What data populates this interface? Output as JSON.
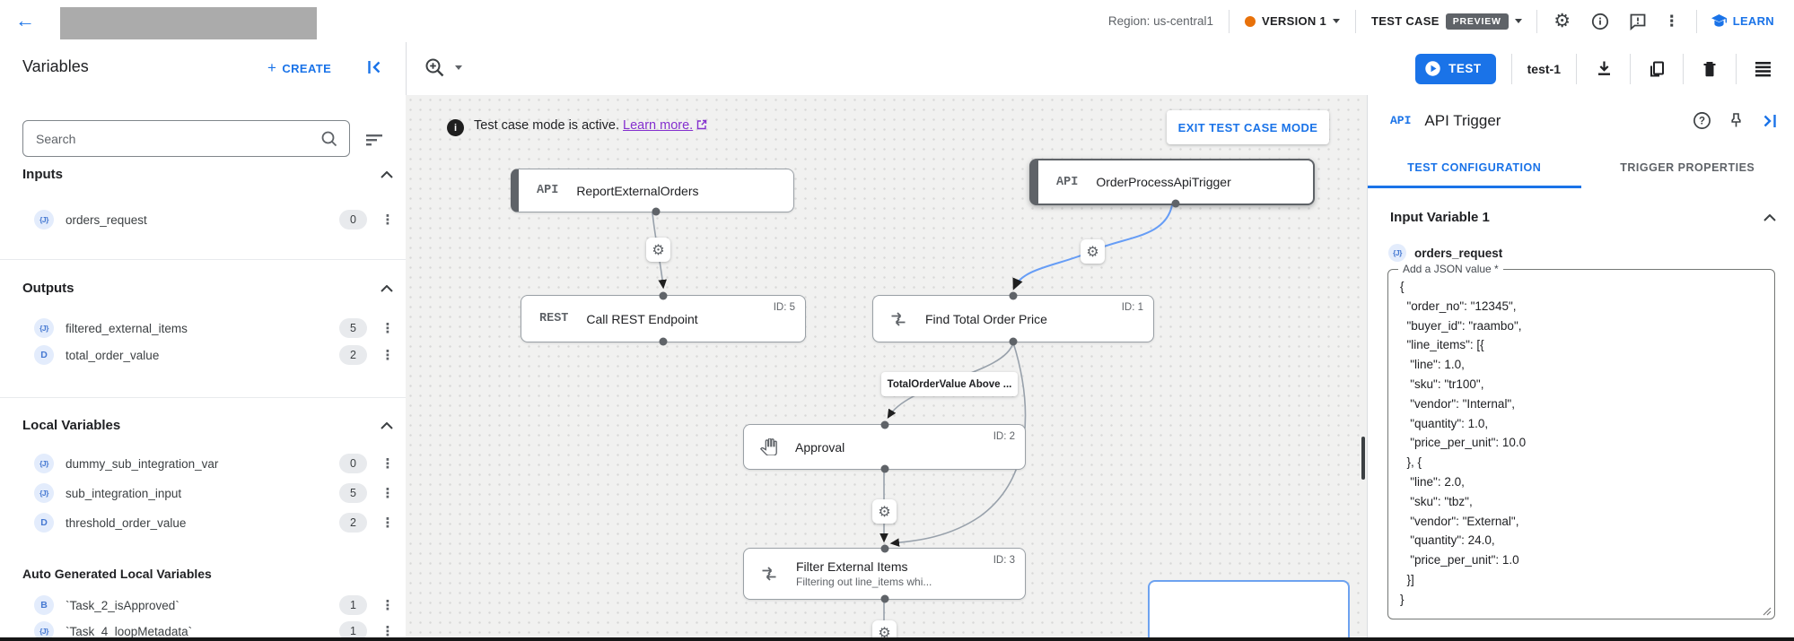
{
  "icons": {
    "gear": "⚙",
    "kebab": "⋮",
    "info_i": "i",
    "plus": "+"
  },
  "topbar": {
    "region": "Region: us-central1",
    "version": "VERSION 1",
    "test_case": "TEST CASE",
    "preview_badge": "PREVIEW",
    "learn": "LEARN"
  },
  "toolbar": {
    "title": "Variables",
    "create_label": "CREATE",
    "test_label": "TEST",
    "test_name": "test-1"
  },
  "sidebar": {
    "search_placeholder": "Search",
    "sections": [
      {
        "title": "Inputs",
        "items": [
          {
            "glyph": "{J}",
            "name": "orders_request",
            "count": "0"
          }
        ]
      },
      {
        "title": "Outputs",
        "items": [
          {
            "glyph": "{J}",
            "name": "filtered_external_items",
            "count": "5"
          },
          {
            "glyph": "D",
            "name": "total_order_value",
            "count": "2"
          }
        ]
      },
      {
        "title": "Local Variables",
        "items": [
          {
            "glyph": "{J}",
            "name": "dummy_sub_integration_var",
            "count": "0"
          },
          {
            "glyph": "{J}",
            "name": "sub_integration_input",
            "count": "5"
          },
          {
            "glyph": "D",
            "name": "threshold_order_value",
            "count": "2"
          }
        ]
      },
      {
        "title": "Auto Generated Local Variables",
        "items": [
          {
            "glyph": "B",
            "name": "`Task_2_isApproved`",
            "count": "1"
          },
          {
            "glyph": "{J}",
            "name": "`Task_4_loopMetadata`",
            "count": "1"
          }
        ]
      }
    ]
  },
  "canvas": {
    "banner": {
      "message": "Test case mode is active.",
      "link": "Learn more.",
      "exit": "EXIT TEST CASE MODE"
    },
    "nodes": {
      "report": {
        "badge": "API",
        "title": "ReportExternalOrders"
      },
      "orderprocess": {
        "badge": "API",
        "title": "OrderProcessApiTrigger"
      },
      "rest": {
        "badge": "REST",
        "title": "Call REST Endpoint",
        "id": "ID: 5"
      },
      "findtotal": {
        "title": "Find Total Order Price",
        "id": "ID: 1"
      },
      "approval": {
        "title": "Approval",
        "id": "ID: 2"
      },
      "filter": {
        "title": "Filter External Items",
        "id": "ID: 3",
        "subtitle": "Filtering out line_items whi..."
      }
    },
    "edge_label": "TotalOrderValue Above ..."
  },
  "panel": {
    "badge": "API",
    "title": "API Trigger",
    "tabs": [
      "TEST CONFIGURATION",
      "TRIGGER PROPERTIES"
    ],
    "section_title": "Input Variable 1",
    "var_glyph": "{J}",
    "var_name": "orders_request",
    "field_label": "Add a JSON value *",
    "json_lines": [
      "{",
      "  \"order_no\": \"12345\",",
      "  \"buyer_id\": \"raambo\",",
      "  \"line_items\": [{",
      "   \"line\": 1.0,",
      "   \"sku\": \"tr100\",",
      "   \"vendor\": \"Internal\",",
      "   \"quantity\": 1.0,",
      "   \"price_per_unit\": 10.0",
      "  }, {",
      "   \"line\": 2.0,",
      "   \"sku\": \"tbz\",",
      "   \"vendor\": \"External\",",
      "   \"quantity\": 24.0,",
      "   \"price_per_unit\": 1.0",
      "  }]",
      "}"
    ]
  }
}
